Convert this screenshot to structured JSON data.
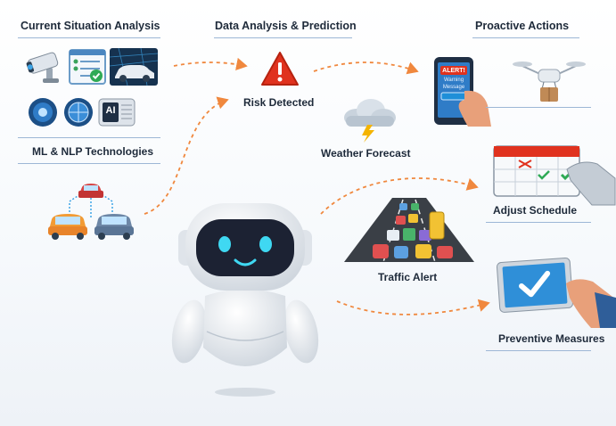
{
  "headers": {
    "current": "Current Situation Analysis",
    "data": "Data Analysis & Prediction",
    "proactive": "Proactive Actions"
  },
  "sections": {
    "ml_nlp": "ML & NLP Technologies"
  },
  "nodes": {
    "risk": "Risk Detected",
    "weather": "Weather Forecast",
    "traffic": "Traffic Alert",
    "schedule": "Adjust Schedule",
    "preventive": "Preventive Measures"
  },
  "phone": {
    "alert": "ALERT!",
    "message_line1": "Warning",
    "message_line2": "Message"
  },
  "chip": {
    "text": "AI"
  },
  "colors": {
    "arrow": "#f0883e",
    "accent": "#1f8fd8",
    "risk": "#e0321e",
    "rule": "#9db7d6"
  },
  "icons": [
    "cctv-camera-icon",
    "checklist-icon",
    "smart-car-icon",
    "sensor-icon",
    "globe-icon",
    "ai-chip-icon",
    "car-network-icon",
    "warning-icon",
    "cloud-lightning-icon",
    "traffic-jam-icon",
    "phone-alert-icon",
    "drone-icon",
    "calendar-check-icon",
    "tablet-check-icon",
    "robot-icon"
  ]
}
